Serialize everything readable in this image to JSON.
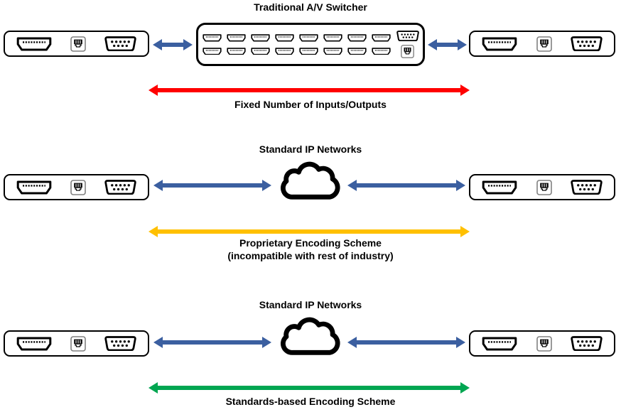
{
  "colors": {
    "blue": "#3B5FA0",
    "red": "#FF0000",
    "yellow": "#FFC000",
    "green": "#00A651",
    "outline": "#000000"
  },
  "icons": {
    "hdmi": "hdmi-port-icon",
    "ethernet": "ethernet-port-icon",
    "vga": "vga-port-icon",
    "cloud": "cloud-icon",
    "double_arrow": "double-headed-arrow"
  },
  "endpoint_device": {
    "ports": [
      "HDMI",
      "Ethernet",
      "VGA"
    ]
  },
  "switcher": {
    "hdmi_ports": 16,
    "side_ports": [
      "VGA",
      "Ethernet"
    ]
  },
  "rows": [
    {
      "title": "Traditional A/V Switcher",
      "center_node": "av-switcher",
      "arrow_color": "#FF0000",
      "arrow_label": [
        "Fixed Number of Inputs/Outputs"
      ]
    },
    {
      "title": "Standard IP Networks",
      "center_node": "cloud",
      "arrow_color": "#FFC000",
      "arrow_label": [
        "Proprietary Encoding Scheme",
        "(incompatible with rest of industry)"
      ]
    },
    {
      "title": "Standard IP Networks",
      "center_node": "cloud",
      "arrow_color": "#00A651",
      "arrow_label": [
        "Standards-based Encoding Scheme"
      ]
    }
  ]
}
